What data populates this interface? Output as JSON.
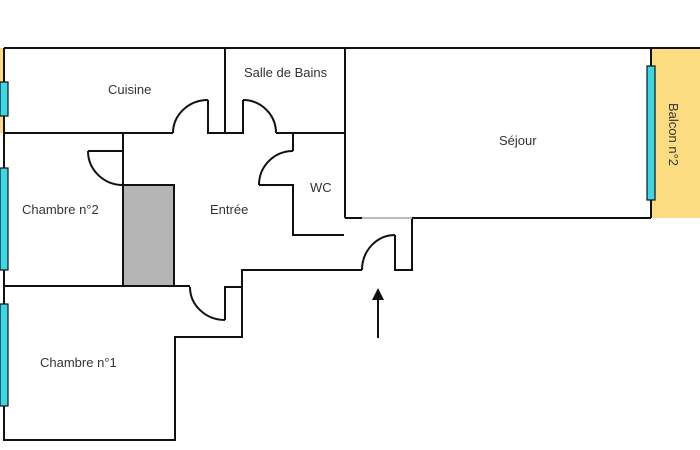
{
  "rooms": {
    "cuisine": "Cuisine",
    "salle_de_bains": "Salle de Bains",
    "sejour": "Séjour",
    "balcon": "Balcon n°2",
    "wc": "WC",
    "chambre2": "Chambre n°2",
    "entree": "Entrée",
    "chambre1": "Chambre n°1"
  },
  "colors": {
    "wall": "#111111",
    "window": "#3dd6e6",
    "balcony": "#fbdc80",
    "closet": "#b5b5b5"
  }
}
